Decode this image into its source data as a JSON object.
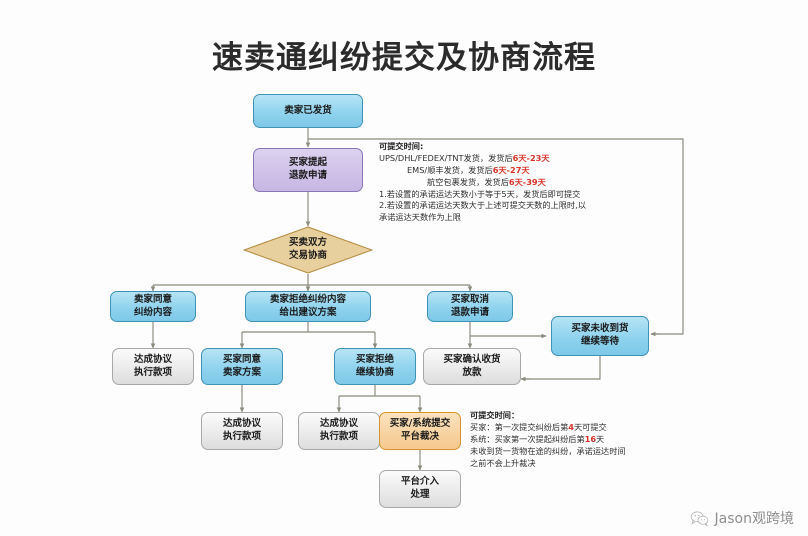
{
  "title": "速卖通纠纷提交及协商流程",
  "colors": {
    "blue": "#8fd3ee",
    "purple": "#cfc2e8",
    "orange": "#f7d3a2",
    "gray": "#ebebeb",
    "diamond": "#e8cf9e",
    "accent_red": "#d8332a",
    "connector": "#8a8a7d"
  },
  "nodes": {
    "seller_shipped": {
      "line1": "卖家已发货",
      "line2": "",
      "style": "blue"
    },
    "buyer_refund_request": {
      "line1": "买家提起",
      "line2": "退款申请",
      "style": "purple"
    },
    "negotiation": {
      "line1": "买卖双方",
      "line2": "交易协商",
      "style": "diamond"
    },
    "seller_agree": {
      "line1": "卖家同意",
      "line2": "纠纷内容",
      "style": "blue"
    },
    "seller_reject": {
      "line1": "卖家拒绝纠纷内容",
      "line2": "给出建议方案",
      "style": "blue"
    },
    "buyer_cancel": {
      "line1": "买家取消",
      "line2": "退款申请",
      "style": "blue"
    },
    "buyer_not_received": {
      "line1": "买家未收到货",
      "line2": "继续等待",
      "style": "blue"
    },
    "agreement_1": {
      "line1": "达成协议",
      "line2": "执行款项",
      "style": "gray"
    },
    "buyer_accept_plan": {
      "line1": "买家同意",
      "line2": "卖家方案",
      "style": "blue"
    },
    "buyer_reject_plan": {
      "line1": "买家拒绝",
      "line2": "继续协商",
      "style": "blue"
    },
    "buyer_confirm_receipt": {
      "line1": "买家确认收货",
      "line2": "放款",
      "style": "gray"
    },
    "agreement_2": {
      "line1": "达成协议",
      "line2": "执行款项",
      "style": "gray"
    },
    "agreement_3": {
      "line1": "达成协议",
      "line2": "执行款项",
      "style": "gray"
    },
    "escalate_platform": {
      "line1": "买家/系统提交",
      "line2": "平台裁决",
      "style": "orange"
    },
    "platform_handle": {
      "line1": "平台介入",
      "line2": "处理",
      "style": "gray"
    }
  },
  "note_top": {
    "heading": "可提交时间:",
    "line1_pre": "UPS/DHL/FEDEX/TNT发货，发货后",
    "line1_red_a": "6天",
    "line1_dash": "-",
    "line1_red_b": "23天",
    "line2_pre": "EMS/顺丰发货，发货后",
    "line2_red_a": "6天",
    "line2_dash": "-",
    "line2_red_b": "27天",
    "line3_pre": "航空包裹发货，发货后",
    "line3_red_a": "6天",
    "line3_dash": "-",
    "line3_red_b": "39天",
    "line4": "1.若设置的承诺运达天数小于等于5天，发货后即可提交",
    "line5": "2.若设置的承诺运达天数大于上述可提交天数的上限时,以",
    "line6": "承诺运达天数作为上限"
  },
  "note_bottom": {
    "heading": "可提交时间：",
    "line1_pre": "买家：第一次提交纠纷后第",
    "line1_red": "4",
    "line1_post": "天可提交",
    "line2_pre": "系统：买家第一次提起纠纷后第",
    "line2_red": "16",
    "line2_post": "天",
    "line3": "未收到货一货物在途的纠纷，承诺运达时间",
    "line4": "之前不会上升裁决"
  },
  "watermark": {
    "label": "Jason观跨境",
    "icon": "wechat-icon"
  }
}
